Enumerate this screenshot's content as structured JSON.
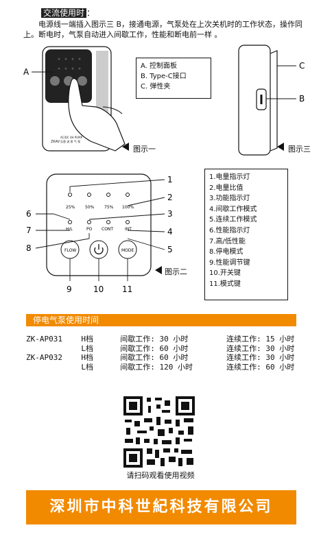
{
  "header": {
    "title": "交流使用时",
    "suffix": "："
  },
  "intro": "电源线一端插入图示三 B，接通电源，气泵处在上次关机时的工作状态，操作同上。断电时，气泵自动进入间歇工作，性能和断电前一样 。",
  "figure1": {
    "callout": "A",
    "legend": [
      "A. 控制面板",
      "B. Type-C接口",
      "C. 弹性夹"
    ],
    "caption": "图示一",
    "device_text": [
      "ZKAV",
      "AC/DC 4H PUMP",
      "交直 流 泵 气 泵"
    ]
  },
  "figure3": {
    "callout_c": "C",
    "callout_b": "B",
    "caption": "图示三"
  },
  "figure2": {
    "percent_labels": [
      "25%",
      "50%",
      "75%",
      "100%"
    ],
    "func_labels": [
      "H/L",
      "PO",
      "CONT",
      "INT"
    ],
    "buttons": [
      "FLOW",
      "MODE"
    ],
    "numbers": [
      "1",
      "2",
      "3",
      "4",
      "5",
      "6",
      "7",
      "8",
      "9",
      "10",
      "11"
    ],
    "caption": "图示二"
  },
  "legend2": [
    "1.电量指示灯",
    "2.电量比值",
    "3.功能指示灯",
    "4.间歇工作模式",
    "5.连续工作模式",
    "6.性能指示灯",
    "7.高/低性能",
    "8.停电模式",
    "9.性能调节键",
    "10.开关键",
    "11.模式键"
  ],
  "section_title": "停电气泵使用时间",
  "runtime_rows": [
    {
      "model": "ZK-AP031",
      "gear": "H档",
      "interval": "间歇工作: 30  小时",
      "continuous": "连续工作: 15  小时"
    },
    {
      "model": "",
      "gear": "L档",
      "interval": "间歇工作: 60  小时",
      "continuous": "连续工作: 30  小时"
    },
    {
      "model": "ZK-AP032",
      "gear": "H档",
      "interval": "间歇工作: 60  小时",
      "continuous": "连续工作: 30  小时"
    },
    {
      "model": "",
      "gear": "L档",
      "interval": "间歇工作: 120 小时",
      "continuous": "连续工作: 60  小时"
    }
  ],
  "qr_caption": "请扫码观看使用视频",
  "footer": "深圳市中科世紀科技有限公司",
  "colors": {
    "accent": "#F28A00",
    "ink": "#111111"
  }
}
